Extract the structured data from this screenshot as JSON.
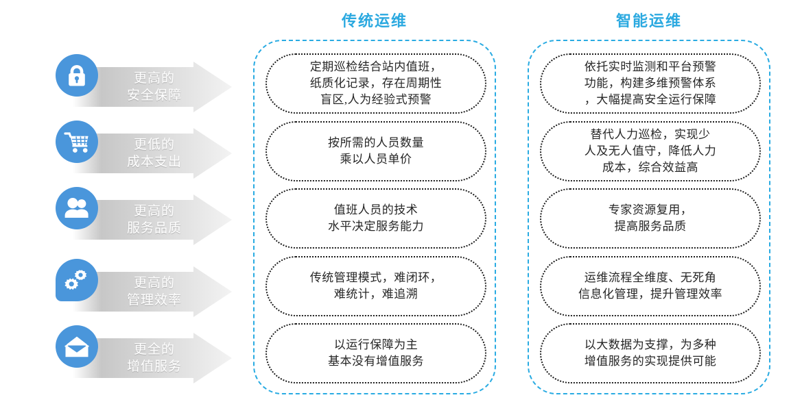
{
  "theme": {
    "accent_blue": "#29ABE2",
    "icon_blue": "#4A96DB",
    "arrow_gray": "#BFBFBF",
    "card_text": "#262626"
  },
  "rail": {
    "items": [
      {
        "icon": "lock-icon",
        "line1": "更高的",
        "line2": "安全保障"
      },
      {
        "icon": "cart-icon",
        "line1": "更低的",
        "line2": "成本支出"
      },
      {
        "icon": "users-icon",
        "line1": "更高的",
        "line2": "服务品质"
      },
      {
        "icon": "gears-icon",
        "line1": "更高的",
        "line2": "管理效率"
      },
      {
        "icon": "mail-icon",
        "line1": "更全的",
        "line2": "增值服务"
      }
    ]
  },
  "columns": [
    {
      "title": "传统运维",
      "cards": [
        {
          "text": "定期巡检结合站内值班，\n纸质化记录，存在周期性\n盲区,人为经验式预警"
        },
        {
          "text": "按所需的人员数量\n乘以人员单价"
        },
        {
          "text": "值班人员的技术\n水平决定服务能力"
        },
        {
          "text": "传统管理模式，难闭环，\n难统计，难追溯"
        },
        {
          "text": "以运行保障为主\n基本没有增值服务"
        }
      ]
    },
    {
      "title": "智能运维",
      "cards": [
        {
          "text": "依托实时监测和平台预警\n功能，构建多维预警体系\n，大幅提高安全运行保障"
        },
        {
          "text": "替代人力巡检，实现少\n人及无人值守，降低人力\n成本，综合效益高"
        },
        {
          "text": "专家资源复用，\n提高服务品质"
        },
        {
          "text": "运维流程全维度、无死角\n信息化管理，提升管理效率"
        },
        {
          "text": "以大数据为支撑，为多种\n增值服务的实现提供可能"
        }
      ]
    }
  ]
}
